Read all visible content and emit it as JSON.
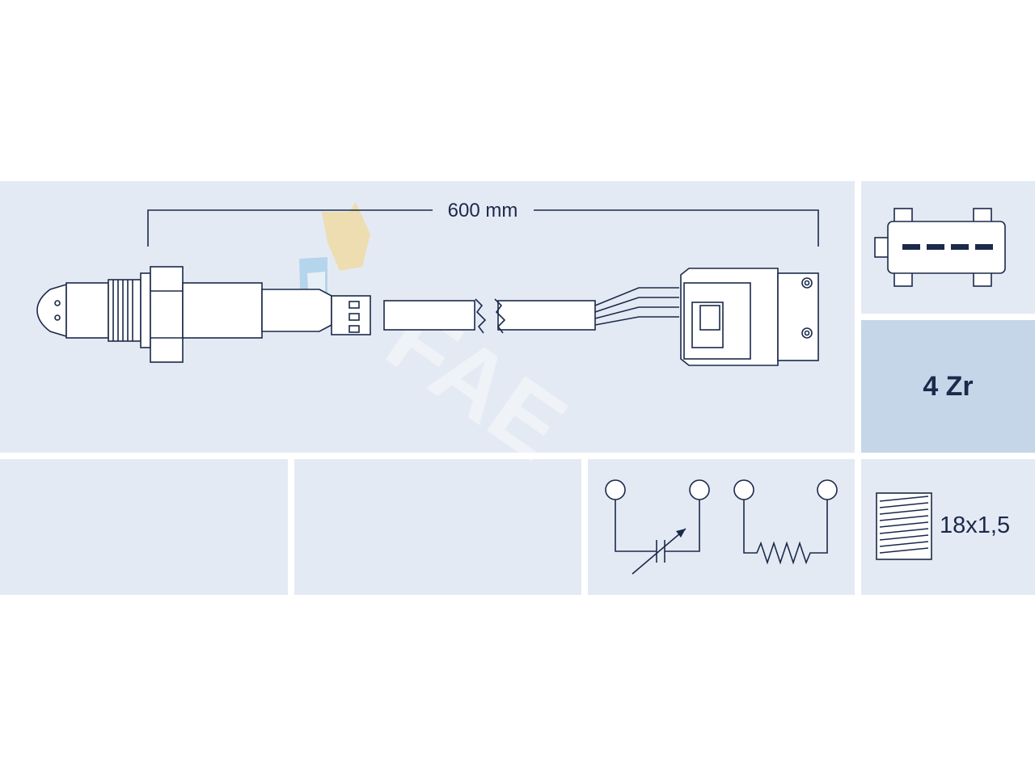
{
  "diagram": {
    "cable_length": "600 mm",
    "sensor_code": "4 Zr",
    "thread_size": "18x1,5",
    "watermark_text": "FAE"
  },
  "colors": {
    "panel": "#e4eaf4",
    "panel_accent": "#c6d6e9",
    "line": "#1b2a4a",
    "logo_orange": "#f5d27a",
    "logo_blue": "#8fc3e6"
  },
  "icons": {
    "connector_face": "connector-pins-icon",
    "sensor_element": "variable-resistor-icon",
    "heater_element": "resistor-icon",
    "thread": "thread-icon",
    "watermark": "fae-logo-watermark"
  }
}
